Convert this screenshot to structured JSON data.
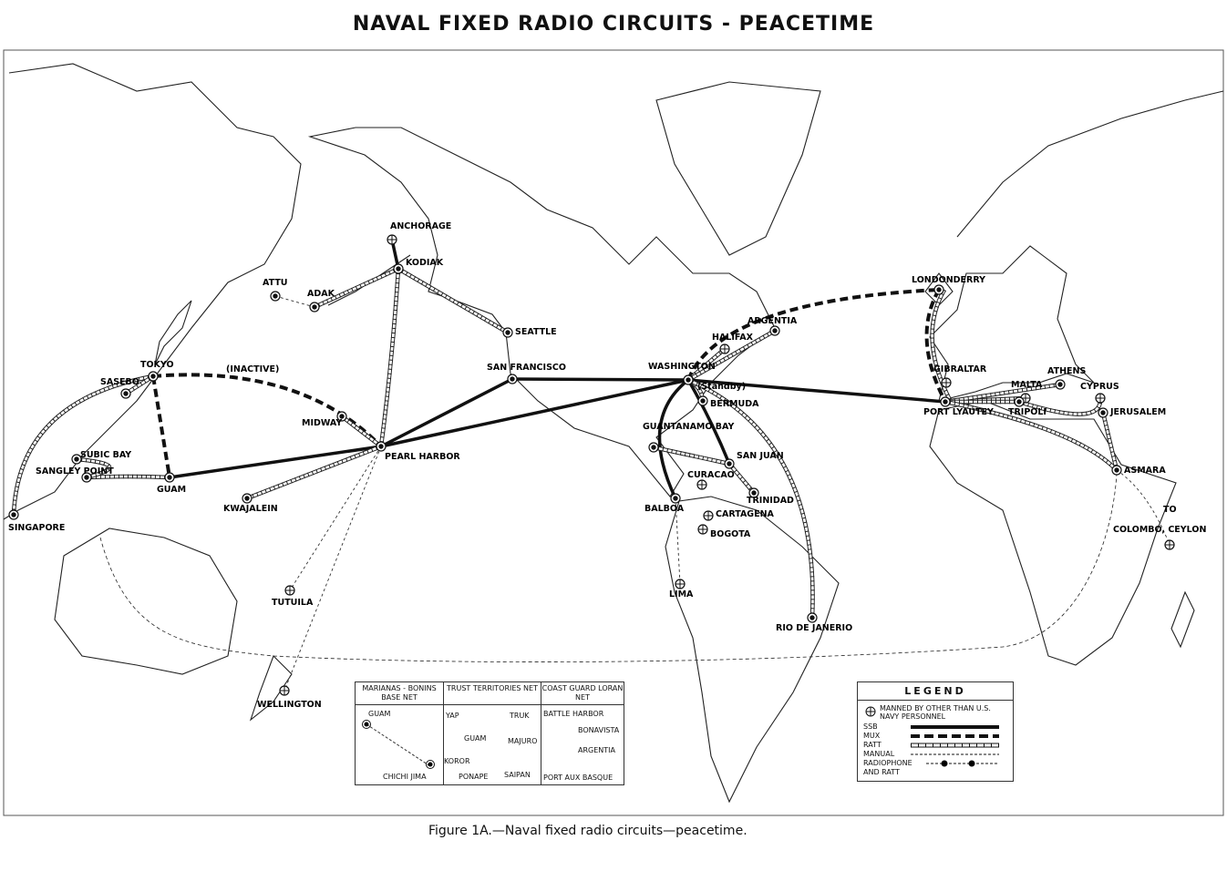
{
  "title": "NAVAL FIXED RADIO CIRCUITS - PEACETIME",
  "caption": "Figure 1A.—Naval fixed radio circuits—peacetime.",
  "annotations": {
    "inactive": "(INACTIVE)",
    "standby": "(Standby)",
    "to": "TO"
  },
  "stations": [
    {
      "id": "anchorage",
      "name": "ANCHORAGE",
      "type": "other"
    },
    {
      "id": "kodiak",
      "name": "KODIAK",
      "type": "navy"
    },
    {
      "id": "adak",
      "name": "ADAK",
      "type": "navy"
    },
    {
      "id": "attu",
      "name": "ATTU",
      "type": "navy"
    },
    {
      "id": "seattle",
      "name": "SEATTLE",
      "type": "navy"
    },
    {
      "id": "sanfrancisco",
      "name": "SAN FRANCISCO",
      "type": "navy"
    },
    {
      "id": "washington",
      "name": "WASHINGTON",
      "type": "navy"
    },
    {
      "id": "halifax",
      "name": "HALIFAX",
      "type": "other"
    },
    {
      "id": "argentia",
      "name": "ARGENTIA",
      "type": "navy"
    },
    {
      "id": "londonderry",
      "name": "LONDONDERRY",
      "type": "navy"
    },
    {
      "id": "gibraltar",
      "name": "GIBRALTAR",
      "type": "other"
    },
    {
      "id": "portlyautey",
      "name": "PORT LYAUTEY",
      "type": "navy"
    },
    {
      "id": "malta",
      "name": "MALTA",
      "type": "other"
    },
    {
      "id": "tripoli",
      "name": "TRIPOLI",
      "type": "navy"
    },
    {
      "id": "athens",
      "name": "ATHENS",
      "type": "navy"
    },
    {
      "id": "cyprus",
      "name": "CYPRUS",
      "type": "other"
    },
    {
      "id": "jerusalem",
      "name": "JERUSALEM",
      "type": "navy"
    },
    {
      "id": "asmara",
      "name": "ASMARA",
      "type": "navy"
    },
    {
      "id": "colombo",
      "name": "COLOMBO, CEYLON",
      "type": "other"
    },
    {
      "id": "tokyo",
      "name": "TOKYO",
      "type": "navy"
    },
    {
      "id": "sasebo",
      "name": "SASEBO",
      "type": "navy"
    },
    {
      "id": "subicbay",
      "name": "SUBIC BAY",
      "type": "navy"
    },
    {
      "id": "sangley",
      "name": "SANGLEY POINT",
      "type": "navy"
    },
    {
      "id": "guam",
      "name": "GUAM",
      "type": "navy"
    },
    {
      "id": "singapore",
      "name": "SINGAPORE",
      "type": "navy"
    },
    {
      "id": "midway",
      "name": "MIDWAY",
      "type": "navy"
    },
    {
      "id": "pearlharbor",
      "name": "PEARL HARBOR",
      "type": "navy"
    },
    {
      "id": "kwajalein",
      "name": "KWAJALEIN",
      "type": "navy"
    },
    {
      "id": "tutuila",
      "name": "TUTUILA",
      "type": "other"
    },
    {
      "id": "wellington",
      "name": "WELLINGTON",
      "type": "other"
    },
    {
      "id": "bermuda",
      "name": "BERMUDA",
      "type": "navy"
    },
    {
      "id": "guantanamo",
      "name": "GUANTANAMO BAY",
      "type": "navy"
    },
    {
      "id": "sanjuan",
      "name": "SAN JUAN",
      "type": "navy"
    },
    {
      "id": "trinidad",
      "name": "TRINIDAD",
      "type": "navy"
    },
    {
      "id": "curacao",
      "name": "CURACAO",
      "type": "other"
    },
    {
      "id": "balboa",
      "name": "BALBOA",
      "type": "navy"
    },
    {
      "id": "cartagena",
      "name": "CARTAGENA",
      "type": "other"
    },
    {
      "id": "bogota",
      "name": "BOGOTA",
      "type": "other"
    },
    {
      "id": "lima",
      "name": "LIMA",
      "type": "other"
    },
    {
      "id": "rio",
      "name": "RIO DE JANERIO",
      "type": "navy"
    }
  ],
  "circuits": [
    {
      "from": "guam",
      "to": "pearlharbor",
      "type": "ssb"
    },
    {
      "from": "pearlharbor",
      "to": "sanfrancisco",
      "type": "ssb"
    },
    {
      "from": "pearlharbor",
      "to": "washington",
      "type": "ssb"
    },
    {
      "from": "sanfrancisco",
      "to": "washington",
      "type": "ssb"
    },
    {
      "from": "washington",
      "to": "portlyautey",
      "type": "ssb"
    },
    {
      "from": "washington",
      "to": "balboa",
      "type": "ssb"
    },
    {
      "from": "washington",
      "to": "sanjuan",
      "type": "ssb"
    },
    {
      "from": "anchorage",
      "to": "kodiak",
      "type": "ssb"
    },
    {
      "from": "tokyo",
      "to": "pearlharbor",
      "type": "mux"
    },
    {
      "from": "tokyo",
      "to": "guam",
      "type": "mux"
    },
    {
      "from": "washington",
      "to": "londonderry",
      "type": "mux"
    },
    {
      "from": "londonderry",
      "to": "portlyautey",
      "type": "mux"
    },
    {
      "from": "kodiak",
      "to": "adak",
      "type": "ratt"
    },
    {
      "from": "kodiak",
      "to": "seattle",
      "type": "ratt"
    },
    {
      "from": "kodiak",
      "to": "pearlharbor",
      "type": "ratt"
    },
    {
      "from": "tokyo",
      "to": "singapore",
      "type": "ratt"
    },
    {
      "from": "tokyo",
      "to": "sasebo",
      "type": "ratt"
    },
    {
      "from": "guam",
      "to": "sangley",
      "type": "ratt"
    },
    {
      "from": "sangley",
      "to": "subicbay",
      "type": "ratt"
    },
    {
      "from": "pearlharbor",
      "to": "midway",
      "type": "ratt"
    },
    {
      "from": "pearlharbor",
      "to": "kwajalein",
      "type": "ratt"
    },
    {
      "from": "washington",
      "to": "halifax",
      "type": "ratt"
    },
    {
      "from": "washington",
      "to": "argentia",
      "type": "ratt"
    },
    {
      "from": "washington",
      "to": "bermuda",
      "type": "ratt"
    },
    {
      "from": "washington",
      "to": "rio",
      "type": "ratt"
    },
    {
      "from": "guantanamo",
      "to": "sanjuan",
      "type": "ratt"
    },
    {
      "from": "sanjuan",
      "to": "trinidad",
      "type": "ratt"
    },
    {
      "from": "londonderry",
      "to": "portlyautey",
      "type": "ratt"
    },
    {
      "from": "portlyautey",
      "to": "malta",
      "type": "ratt"
    },
    {
      "from": "portlyautey",
      "to": "athens",
      "type": "ratt"
    },
    {
      "from": "portlyautey",
      "to": "tripoli",
      "type": "ratt"
    },
    {
      "from": "tripoli",
      "to": "cyprus",
      "type": "ratt"
    },
    {
      "from": "portlyautey",
      "to": "asmara",
      "type": "ratt"
    },
    {
      "from": "asmara",
      "to": "jerusalem",
      "type": "ratt"
    },
    {
      "from": "attu",
      "to": "adak",
      "type": "manual"
    },
    {
      "from": "pearlharbor",
      "to": "tutuila",
      "type": "manual"
    },
    {
      "from": "pearlharbor",
      "to": "wellington",
      "type": "manual"
    },
    {
      "from": "asmara",
      "to": "colombo",
      "type": "manual"
    },
    {
      "from": "balboa",
      "to": "lima",
      "type": "manual"
    }
  ],
  "insets": [
    {
      "title": "MARIANAS - BONINS BASE NET",
      "stations": [
        "GUAM",
        "CHICHI JIMA"
      ]
    },
    {
      "title": "TRUST TERRITORIES NET",
      "stations": [
        "YAP",
        "TRUK",
        "GUAM",
        "MAJURO",
        "KOROR",
        "PONAPE",
        "SAIPAN"
      ]
    },
    {
      "title": "COAST GUARD LORAN NET",
      "stations": [
        "BATTLE HARBOR",
        "BONAVISTA",
        "ARGENTIA",
        "PORT AUX BASQUE"
      ]
    }
  ],
  "legend": {
    "title": "LEGEND",
    "other": "MANNED BY OTHER THAN U.S. NAVY PERSONNEL",
    "items": [
      "SSB",
      "MUX",
      "RATT",
      "MANUAL",
      "RADIOPHONE AND RATT"
    ]
  }
}
